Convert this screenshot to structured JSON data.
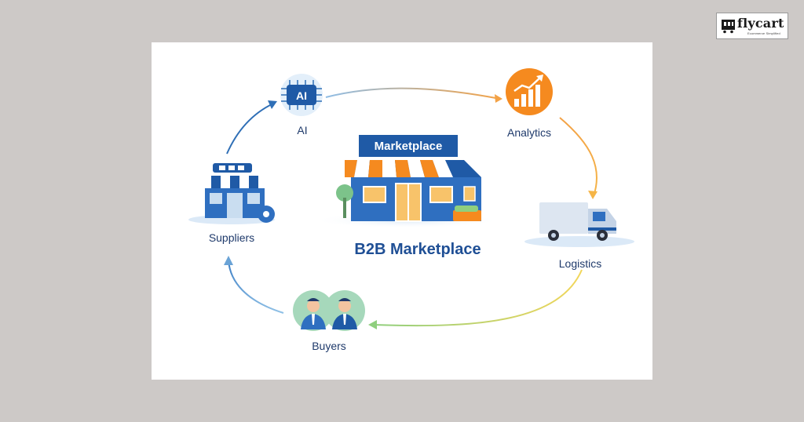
{
  "logo": {
    "wordmark": "flycart",
    "tagline": "Ecommerce Simplified"
  },
  "diagram": {
    "center_sign": "Marketplace",
    "center_title": "B2B Marketplace",
    "nodes": {
      "ai_chip_text": "AI",
      "ai": "AI",
      "analytics": "Analytics",
      "logistics": "Logistics",
      "buyers": "Buyers",
      "suppliers": "Suppliers"
    }
  },
  "colors": {
    "page_background": "#cdc9c7",
    "brand_blue": "#1f5aa6",
    "title_blue": "#1f4f95",
    "analytics_orange": "#f58a1f",
    "buyers_green": "#9fd3b4"
  }
}
